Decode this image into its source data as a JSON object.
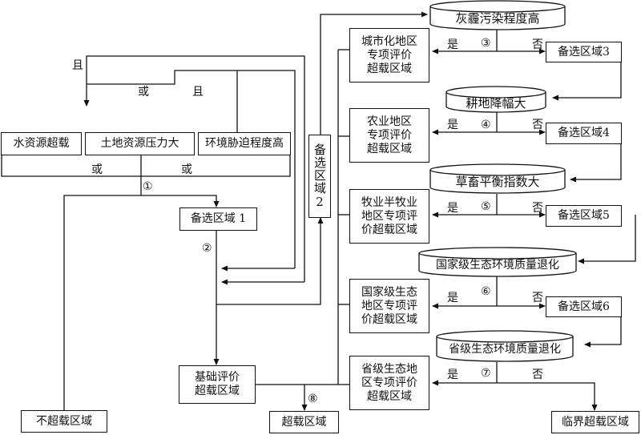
{
  "top_boxes": {
    "water": "水资源超载",
    "land": "土地资源压力大",
    "env": "环境胁迫程度高"
  },
  "logic": {
    "and_top": "且",
    "or_mid": "或",
    "and_mid": "且",
    "or_low1": "或",
    "or_low2": "或"
  },
  "steps": {
    "s1": "①",
    "s2": "②",
    "s3": "③",
    "s4": "④",
    "s5": "⑤",
    "s6": "⑥",
    "s7": "⑦",
    "s8": "⑧"
  },
  "left_flow": {
    "candidate1": "备选区域 1",
    "basic_eval": [
      "基础评价",
      "超载区域"
    ],
    "not_overload": "不超载区域",
    "overload": "超载区域"
  },
  "candidate2": "备选区域2",
  "conditions": {
    "haze": "灰霾污染程度高",
    "farmland": "耕地降幅大",
    "grass": "草畜平衡指数大",
    "national_eco": "国家级生态环境质量退化",
    "provincial_eco": "省级生态环境质量退化"
  },
  "special": {
    "urban": [
      "城市化地区",
      "专项评价",
      "超载区域"
    ],
    "agri": [
      "农业地区",
      "专项评价",
      "超载区域"
    ],
    "pastoral": [
      "牧业半牧业",
      "地区专项评",
      "价超载区域"
    ],
    "national": [
      "国家级生态",
      "地区专项评",
      "价超载区域"
    ],
    "provincial": [
      "省级生态地",
      "区专项评价",
      "超载区域"
    ]
  },
  "candidates": {
    "c3": "备选区域3",
    "c4": "备选区域4",
    "c5": "备选区域5",
    "c6": "备选区域6"
  },
  "critical": "临界超载区域",
  "yes": "是",
  "no": "否"
}
